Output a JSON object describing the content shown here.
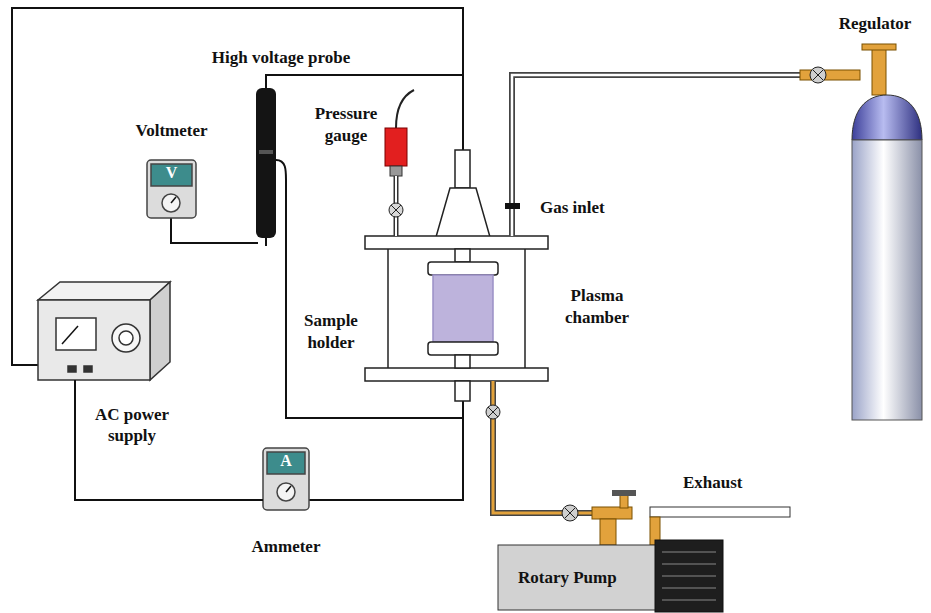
{
  "diagram": {
    "nodes": [
      {
        "text": [
          "Voltmeter",
          "V"
        ]
      },
      {
        "text": [
          "AC power supply"
        ]
      },
      {
        "text": [
          "A",
          "Ammeter"
        ]
      },
      {
        "text": [
          "Rotary Pump"
        ]
      }
    ],
    "edges": [
      {
        "from": 1,
        "to": 2,
        "arrow": "none"
      }
    ],
    "labels": [
      "High voltage probe",
      "Regulator",
      "Pressure gauge",
      "Gas inlet",
      "Plasma chamber",
      "Sample holder",
      "Exhaust"
    ]
  }
}
